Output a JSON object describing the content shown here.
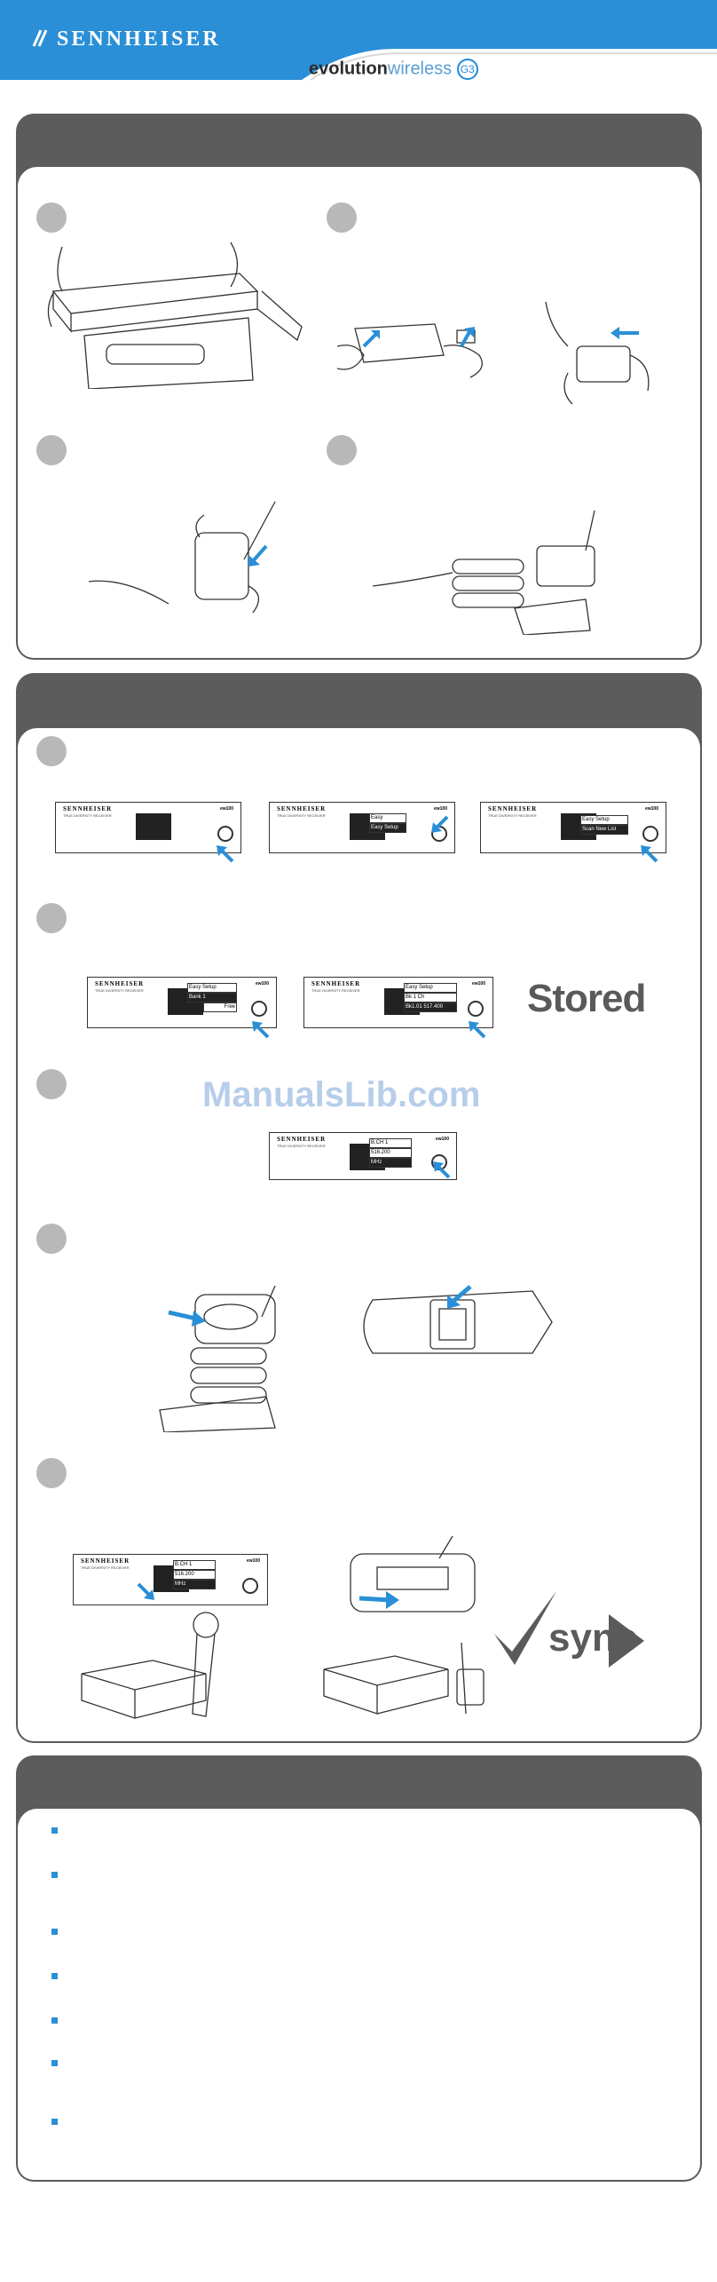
{
  "header": {
    "brand": "SENNHEISER",
    "product_evo": "evolution",
    "product_wireless": "wireless",
    "product_g3": "G3",
    "colors": {
      "banner": "#2a8fd6",
      "panel": "#5c5c5c",
      "bullet": "#2a8fd6",
      "step_dot": "#b8b8b8"
    }
  },
  "device": {
    "brand": "SENNHEISER",
    "model_label": "TRUE DIVERSITY RECEIVER",
    "badge": "ew100"
  },
  "section2": {
    "step1_screens": [
      {
        "lines": []
      },
      {
        "lines": [
          "Easy",
          "Easy Setup"
        ]
      },
      {
        "lines": [
          "Easy Setup",
          "Scan New List"
        ]
      }
    ],
    "step2_screens": [
      {
        "lines": [
          "Easy Setup",
          "Bank 1",
          "Free"
        ]
      },
      {
        "lines": [
          "Easy Setup",
          "Bk 1 Ch",
          "Bk1.01 517.400"
        ]
      }
    ],
    "stored_label": "Stored",
    "step3_screen": {
      "lines": [
        "B.CH 1",
        "516.200",
        "MHz"
      ]
    }
  },
  "section3": {
    "step5_screen": {
      "lines": [
        "B.CH 1",
        "516.200",
        "MHz"
      ]
    },
    "sync_label": "sync"
  },
  "watermark": "ManualsLib.com"
}
